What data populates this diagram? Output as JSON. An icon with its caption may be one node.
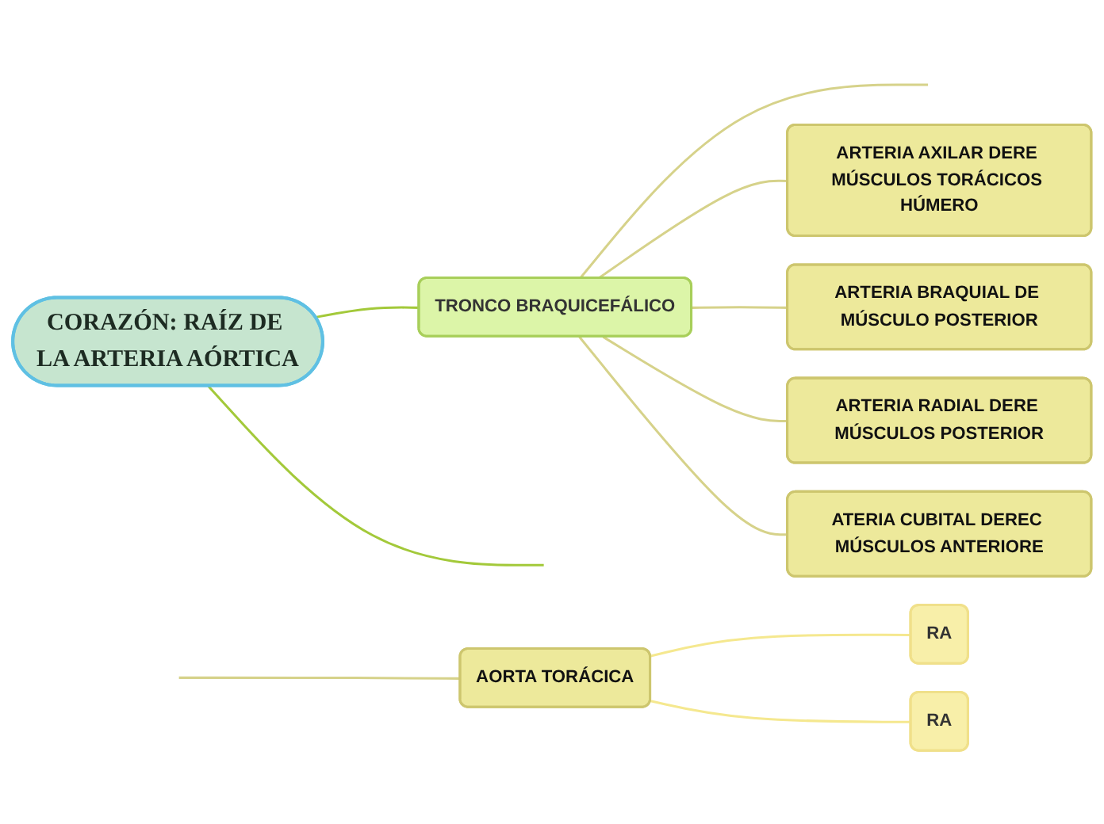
{
  "diagram": {
    "nodes": [
      {
        "text": [
          "CORAZÓN: RAÍZ DE LA ARTERIA AÓRTICA"
        ]
      },
      {
        "text": [
          "TRONCO BRAQUICEFÁLICO"
        ]
      },
      {
        "text": [
          "ARTERIA AXILAR DERE MÚSCULOS TORÁCICOS HÚMERO"
        ]
      },
      {
        "text": [
          "ARTERIA BRAQUIAL DE MÚSCULO POSTERIOR"
        ]
      },
      {
        "text": [
          "ARTERIA RADIAL DERE MÚSCULOS POSTERIOR"
        ]
      },
      {
        "text": [
          "ATERIA CUBITAL DEREC MÚSCULOS ANTERIORE"
        ]
      },
      {
        "text": [
          "AORTA TORÁCICA"
        ]
      },
      {
        "text": [
          "RA"
        ]
      },
      {
        "text": [
          "RA"
        ]
      }
    ],
    "edges": [
      {
        "from": 0,
        "to": 1,
        "arrow": "none",
        "color": "#a3c93a"
      },
      {
        "from": 1,
        "to": null,
        "arrow": "none"
      },
      {
        "from": 1,
        "to": 2,
        "arrow": "none"
      },
      {
        "from": 1,
        "to": 3,
        "arrow": "none"
      },
      {
        "from": 1,
        "to": 4,
        "arrow": "none"
      },
      {
        "from": 1,
        "to": 5,
        "arrow": "none"
      },
      {
        "from": 0,
        "to": null,
        "arrow": "none",
        "color": "#a3c93a"
      },
      {
        "from": null,
        "to": 6,
        "arrow": "none"
      },
      {
        "from": 6,
        "to": 7,
        "arrow": "none",
        "color": "#f5e88f"
      },
      {
        "from": 6,
        "to": 8,
        "arrow": "none",
        "color": "#f5e88f"
      }
    ]
  }
}
